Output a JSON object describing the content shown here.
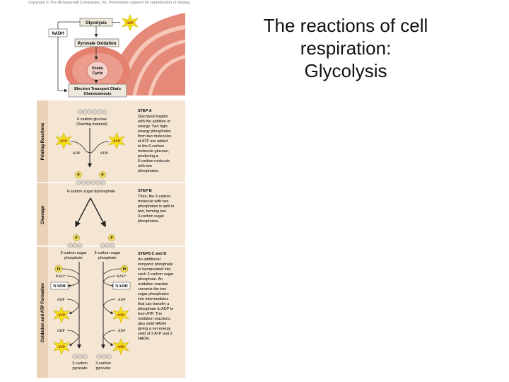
{
  "copyright": "Copyright © The McGraw-Hill Companies, Inc. Permission required for reproduction or display.",
  "slide_title": [
    "The reactions of cell",
    "respiration:",
    "Glycolysis"
  ],
  "overview": {
    "glycolysis": "Glycolysis",
    "atp": "ATP",
    "nadh": "NADH",
    "pyruvate": "Pyruvate Oxidation",
    "krebs": [
      "Krebs",
      "Cycle"
    ],
    "etc": [
      "Electron Transport Chain",
      "Chemiosmosis"
    ]
  },
  "sections": {
    "priming": "Priming Reactions",
    "cleavage": "Cleavage",
    "oxidation": "Oxidation and ATP Formation"
  },
  "diagram": {
    "glucose": [
      "6-carbon glucose",
      "(Starting material)"
    ],
    "atp": "ATP",
    "adp": "ADP",
    "p": "P",
    "pi": "Pi",
    "nad": "NAD⁺",
    "nadh": "NADH",
    "sugar_diphosphate": "6-carbon sugar diphosphate",
    "sugar_phosphate": [
      "3-carbon sugar",
      "phosphate"
    ],
    "pyruvate": [
      "3-carbon",
      "pyruvate"
    ]
  },
  "steps": {
    "a_title": "STEP A",
    "a_lines": [
      "Glycolysis begins",
      "with the addition of",
      "energy. Two high-",
      "energy phosphates",
      "from two molecules",
      "of ATP are added",
      "to the 6-carbon",
      "molecule glucose,",
      "producing a",
      "6-carbon molecule",
      "with two",
      "phosphates."
    ],
    "b_title": "STEP B",
    "b_lines": [
      "Then, the 6-carbon",
      "molecule with two",
      "phosphates is split in",
      "two, forming two",
      "3-carbon sugar",
      "phosphates."
    ],
    "cd_title": "STEPS C and D",
    "cd_lines": [
      "An additional",
      "inorganic phosphate",
      "is incorporated into",
      "each 3-carbon sugar",
      "phosphate. An",
      "oxidation reaction",
      "converts the two",
      "sugar phosphates",
      "into intermediates",
      "that can transfer a",
      "phosphate to ADP to",
      "form ATP. The",
      "oxidation reactions",
      "also yield NADH",
      "giving a net energy",
      "yield of 2 ATP and 2",
      "NADH."
    ]
  },
  "colors": {
    "panel": "#f5e6d3",
    "strip": "#ead2b8",
    "atp_star": "#f4e21a",
    "p_circle": "#f2df5a",
    "carbon": "#d8d2c8",
    "mito": "#e58a78"
  }
}
